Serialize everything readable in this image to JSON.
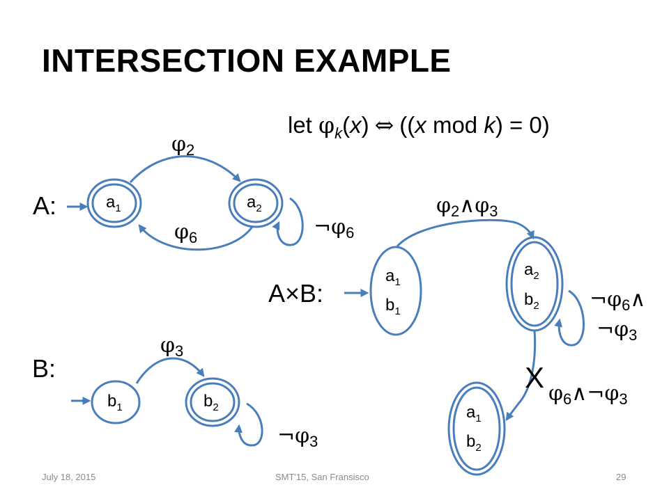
{
  "slide": {
    "title": "INTERSECTION EXAMPLE",
    "definition": {
      "prefix": "let ",
      "phi": "φ",
      "k": "k",
      "x_open": "(",
      "x": "x",
      "x_close": ")",
      "iff": "⇔",
      "rhs_open": "((",
      "rhs_x": "x",
      "mod": " mod ",
      "rhs_k": "k",
      "rhs_close": ") = 0)"
    },
    "footer": {
      "date": "July 18, 2015",
      "venue": "SMT'15, San Fransisco",
      "page": "29"
    }
  },
  "automaton_a": {
    "label": "A:",
    "states": [
      {
        "main": "a",
        "sub": "1"
      },
      {
        "main": "a",
        "sub": "2"
      }
    ],
    "edges": {
      "forward": {
        "phi": "φ",
        "sub": "2"
      },
      "back": {
        "phi": "φ",
        "sub": "6"
      },
      "self": {
        "neg": "¬",
        "phi": "φ",
        "sub": "6"
      }
    }
  },
  "automaton_b": {
    "label": "B:",
    "states": [
      {
        "main": "b",
        "sub": "1"
      },
      {
        "main": "b",
        "sub": "2"
      }
    ],
    "edges": {
      "forward": {
        "phi": "φ",
        "sub": "3"
      },
      "self": {
        "neg": "¬",
        "phi": "φ",
        "sub": "3"
      }
    }
  },
  "product": {
    "label": "A×B:",
    "states": [
      {
        "top_main": "a",
        "top_sub": "1",
        "bottom_main": "b",
        "bottom_sub": "1"
      },
      {
        "top_main": "a",
        "top_sub": "2",
        "bottom_main": "b",
        "bottom_sub": "2"
      },
      {
        "top_main": "a",
        "top_sub": "1",
        "bottom_main": "b",
        "bottom_sub": "2"
      }
    ],
    "edges": {
      "forward": {
        "phi1": "φ",
        "sub1": "2",
        "and": "∧",
        "phi2": "φ",
        "sub2": "3"
      },
      "self_line1": {
        "neg": "¬",
        "phi": "φ",
        "sub": "6",
        "and": "∧"
      },
      "self_line2": {
        "neg": "¬",
        "phi": "φ",
        "sub": "3"
      },
      "down": {
        "phi1": "φ",
        "sub1": "6",
        "and": "∧",
        "neg": "¬",
        "phi2": "φ",
        "sub2": "3"
      }
    },
    "cross_mark": "X"
  },
  "colors": {
    "edge": "#4a7ebb",
    "cross": "#c00000",
    "footer_text": "#8a8a8a"
  }
}
